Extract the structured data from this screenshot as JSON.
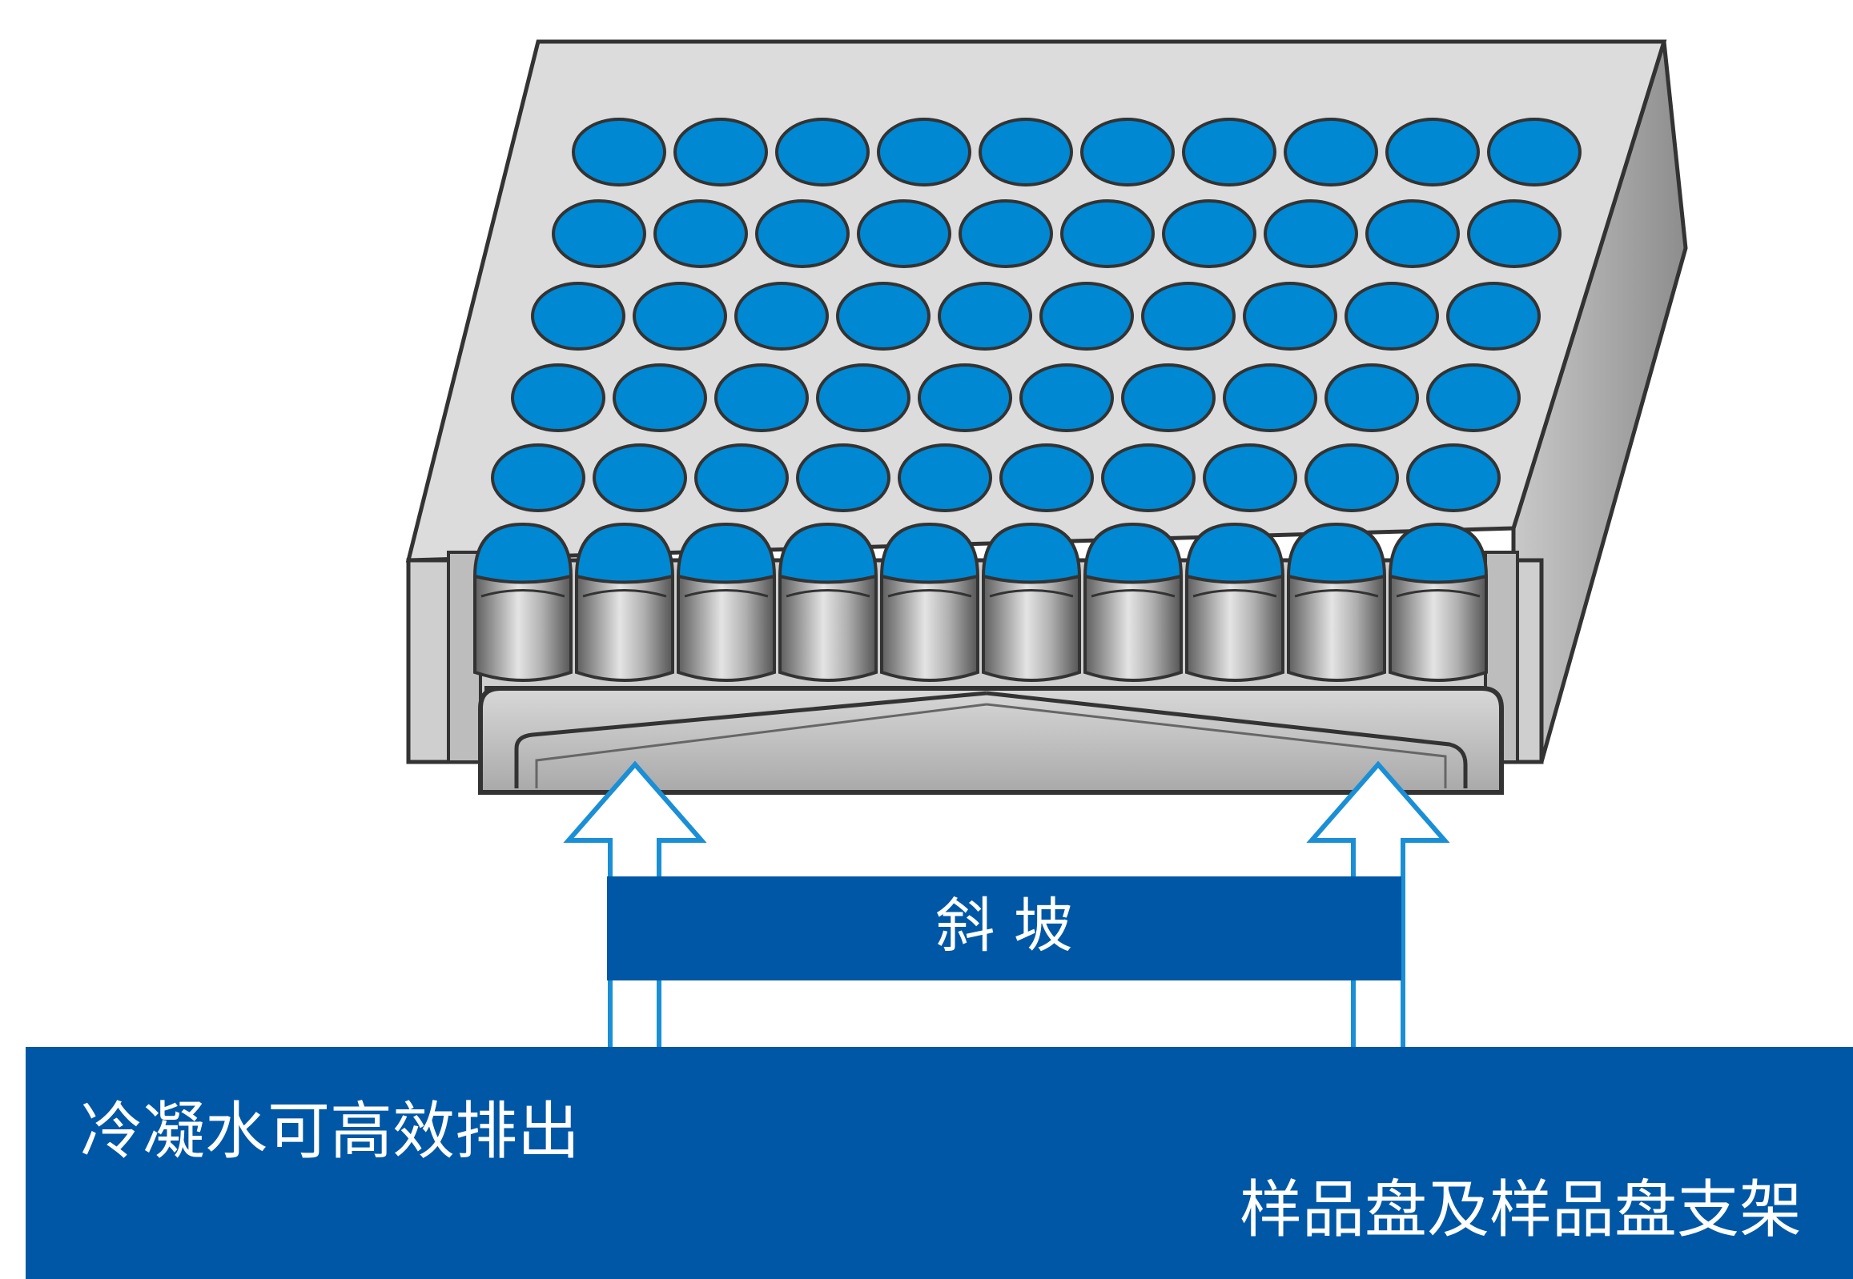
{
  "labels": {
    "slope": "斜 坡",
    "condensate": "冷凝水可高效排出",
    "tray": "样品盘及样品盘支架"
  },
  "diagram": {
    "well_rows": 5,
    "well_cols": 10,
    "tube_count": 10,
    "arrow_count": 2
  },
  "colors": {
    "primary_blue": "#0057a6",
    "well_blue": "#0088d2",
    "tray_grey": "#d7d7d7",
    "outline": "#333333"
  }
}
